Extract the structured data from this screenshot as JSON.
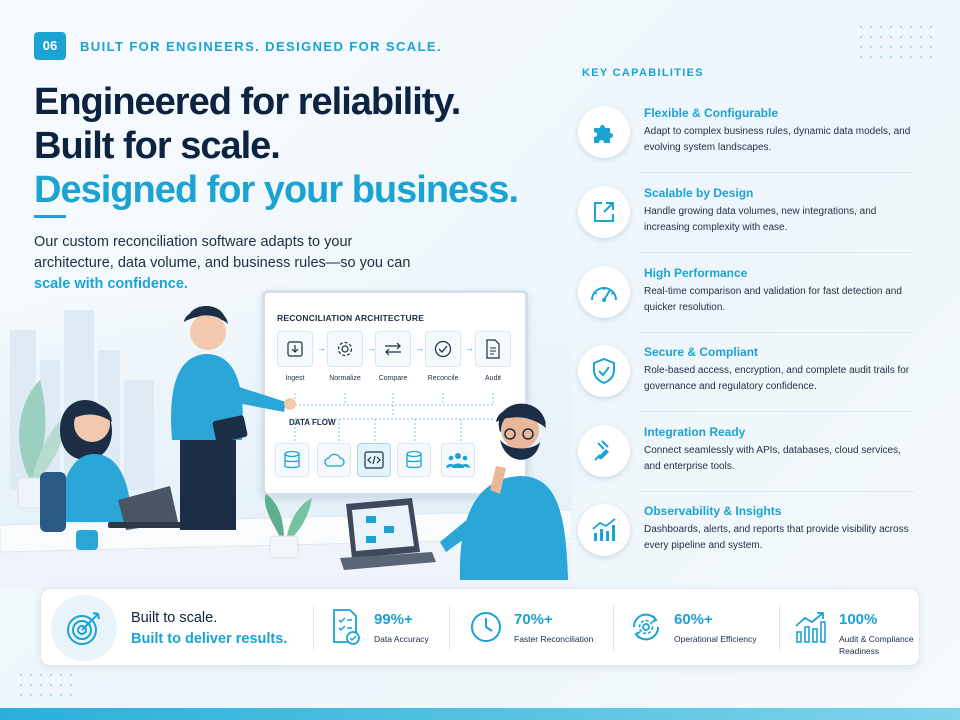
{
  "header": {
    "badge": "06",
    "eyebrow": "BUILT FOR ENGINEERS. DESIGNED FOR SCALE.",
    "title_line1": "Engineered for reliability.",
    "title_line2": "Built for scale.",
    "title_line3": "Designed for your business.",
    "intro_text": "Our custom reconciliation software adapts to your architecture, data volume, and business rules—so you can ",
    "intro_highlight": "scale with confidence."
  },
  "illustration": {
    "board_title": "RECONCILIATION ARCHITECTURE",
    "steps": [
      {
        "label": "Ingest",
        "icon": "download-icon"
      },
      {
        "label": "Normalize",
        "icon": "gear-icon"
      },
      {
        "label": "Compare",
        "icon": "swap-arrows-icon"
      },
      {
        "label": "Reconcile",
        "icon": "check-circle-icon"
      },
      {
        "label": "Audit",
        "icon": "document-icon"
      }
    ],
    "flow_title": "DATA FLOW",
    "flow_icons": [
      "database-icon",
      "cloud-icon",
      "code-icon",
      "database-icon",
      "users-icon"
    ]
  },
  "capabilities": {
    "heading": "KEY CAPABILITIES",
    "items": [
      {
        "title": "Flexible & Configurable",
        "desc": "Adapt to complex business rules, dynamic data models, and evolving system landscapes.",
        "icon": "puzzle-icon"
      },
      {
        "title": "Scalable by Design",
        "desc": "Handle growing data volumes, new integrations, and increasing complexity with ease.",
        "icon": "expand-arrow-icon"
      },
      {
        "title": "High Performance",
        "desc": "Real-time comparison and validation for fast detection and quicker resolution.",
        "icon": "gauge-icon"
      },
      {
        "title": "Secure & Compliant",
        "desc": "Role-based access, encryption, and complete audit trails for governance and regulatory confidence.",
        "icon": "shield-check-icon"
      },
      {
        "title": "Integration Ready",
        "desc": "Connect seamlessly with APIs, databases, cloud services, and enterprise tools.",
        "icon": "plug-icon"
      },
      {
        "title": "Observability & Insights",
        "desc": "Dashboards, alerts, and reports that provide visibility across every pipeline and system.",
        "icon": "bar-chart-icon"
      }
    ]
  },
  "stats": {
    "tagline1": "Built to scale.",
    "tagline2": "Built to deliver results.",
    "items": [
      {
        "value": "99%+",
        "label": "Data Accuracy",
        "icon": "checklist-icon"
      },
      {
        "value": "70%+",
        "label": "Faster Reconciliation",
        "icon": "clock-icon"
      },
      {
        "value": "60%+",
        "label": "Operational Efficiency",
        "icon": "cycle-gear-icon"
      },
      {
        "value": "100%",
        "label": "Audit & Compliance Readiness",
        "icon": "growth-chart-icon"
      }
    ]
  },
  "colors": {
    "accent": "#1aa3d3",
    "navy": "#0d2340",
    "background": "#f4f9fc"
  }
}
